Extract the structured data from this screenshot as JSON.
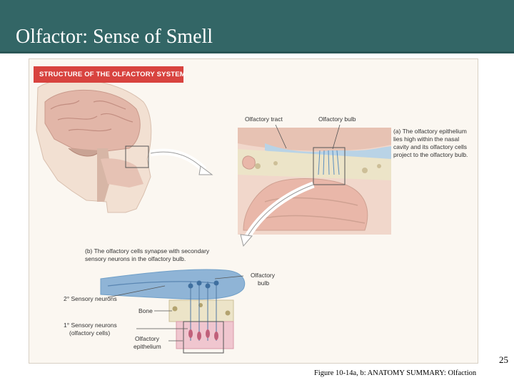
{
  "slide": {
    "title": "Olfactor: Sense of Smell",
    "page_number": "25",
    "caption": "Figure 10-14a, b: ANATOMY SUMMARY: Olfaction"
  },
  "figure": {
    "banner": "STRUCTURE OF THE OLFACTORY SYSTEM",
    "labels": {
      "olfactory_tract": "Olfactory tract",
      "olfactory_bulb_top": "Olfactory bulb",
      "panel_a_1": "(a) The olfactory epithelium",
      "panel_a_2": "lies high within the nasal",
      "panel_a_3": "cavity and its olfactory cells",
      "panel_a_4": "project to the olfactory bulb.",
      "panel_b_1": "(b) The olfactory cells synapse with secondary",
      "panel_b_2": "sensory neurons in the olfactory bulb.",
      "olfactory_bulb_b_1": "Olfactory",
      "olfactory_bulb_b_2": "bulb",
      "secondary_neurons": "2° Sensory neurons",
      "bone": "Bone",
      "primary_neurons_1": "1° Sensory neurons",
      "primary_neurons_2": "(olfactory cells)",
      "epithelium_1": "Olfactory",
      "epithelium_2": "epithelium"
    },
    "colors": {
      "banner": "#d8433f",
      "title_bar": "#336666",
      "brain": "#e2b6a8",
      "nasal_tissue": "#e9b7a9",
      "bone": "#ece4c8",
      "neuron_blue": "#6f9fc8"
    }
  }
}
